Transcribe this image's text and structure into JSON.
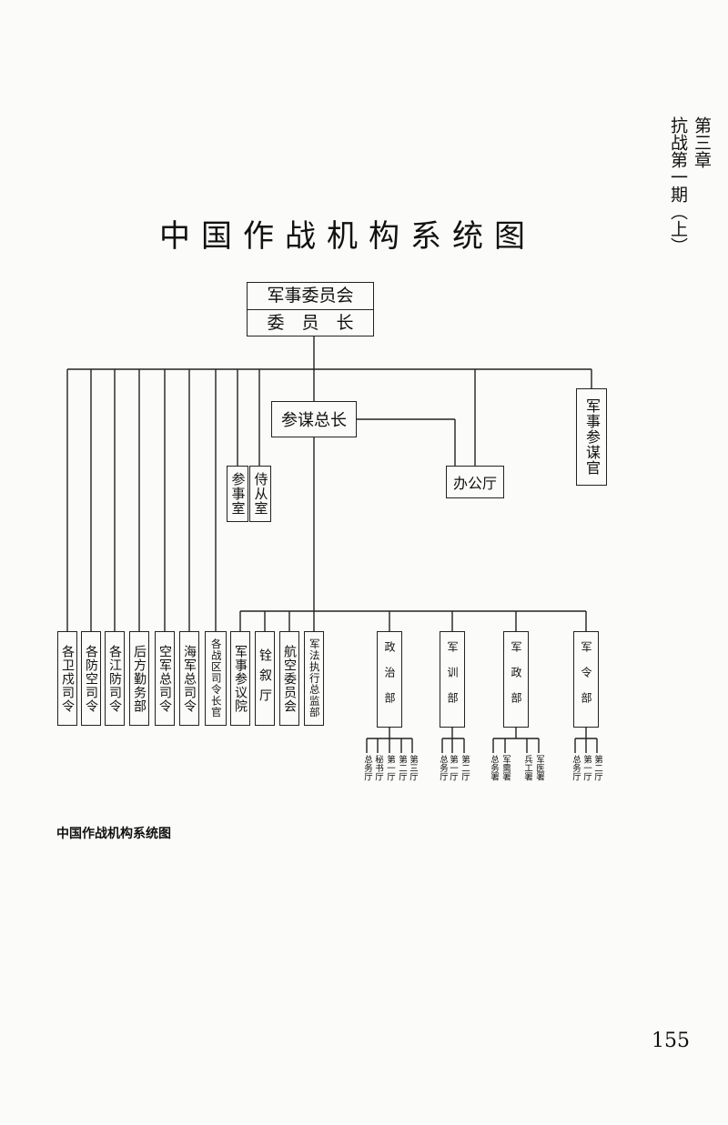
{
  "side_header": {
    "chapter": "第三章",
    "section": "抗战第一期（上）"
  },
  "title": "中国作战机构系统图",
  "top_box": {
    "line1": "军事委员会",
    "line2": "委　员　长"
  },
  "chief_of_staff": "参谋总长",
  "office": "办公厅",
  "military_advisor": "军事参谋官",
  "counsellor_office": "参事室",
  "attendant_office": "侍从室",
  "left_units": [
    "各卫戍司令",
    "各防空司令",
    "各江防司令",
    "后方勤务部",
    "空军总司令",
    "海军总司令",
    "各战区司令长官"
  ],
  "staff_units": [
    "军事参议院",
    "铨叙厅",
    "航空委员会",
    "军法执行总监部"
  ],
  "departments": [
    {
      "name": "政治部",
      "subs": [
        "总务厅",
        "秘书厅",
        "第一厅",
        "第二厅",
        "第三厅"
      ]
    },
    {
      "name": "军训部",
      "subs": [
        "总务厅",
        "第一厅",
        "第二厅"
      ]
    },
    {
      "name": "军政部",
      "subs": [
        "总务署",
        "军需署",
        "兵工署",
        "军医署"
      ]
    },
    {
      "name": "军令部",
      "subs": [
        "总务厅",
        "第一厅",
        "第二厅"
      ]
    }
  ],
  "caption": "中国作战机构系统图",
  "page_number": "155"
}
